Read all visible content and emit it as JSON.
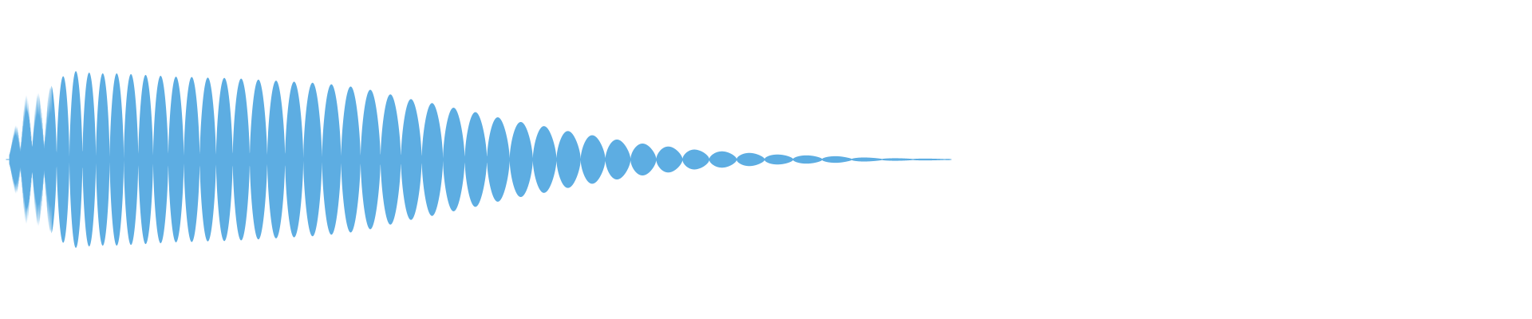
{
  "waveform": {
    "color": "#5dade2",
    "background": "#ffffff",
    "peak_envelope": [
      0.15,
      0.7,
      0.75,
      0.87,
      0.98,
      0.96,
      0.95,
      0.95,
      0.94,
      0.93,
      0.92,
      0.91,
      0.91,
      0.9,
      0.9,
      0.89,
      0.88,
      0.87,
      0.86,
      0.85,
      0.84,
      0.82,
      0.8,
      0.77,
      0.73,
      0.69,
      0.65,
      0.62,
      0.58,
      0.55,
      0.51,
      0.47,
      0.43,
      0.4,
      0.37,
      0.33,
      0.3,
      0.27,
      0.24,
      0.21,
      0.18,
      0.16,
      0.14,
      0.12,
      0.1,
      0.09,
      0.08,
      0.07,
      0.06,
      0.05,
      0.045,
      0.04,
      0.035,
      0.03,
      0.02,
      0.015,
      0.01,
      0.008,
      0.006,
      0.004,
      0.002
    ],
    "onset_fraction": 0.006,
    "end_fraction": 0.62
  }
}
